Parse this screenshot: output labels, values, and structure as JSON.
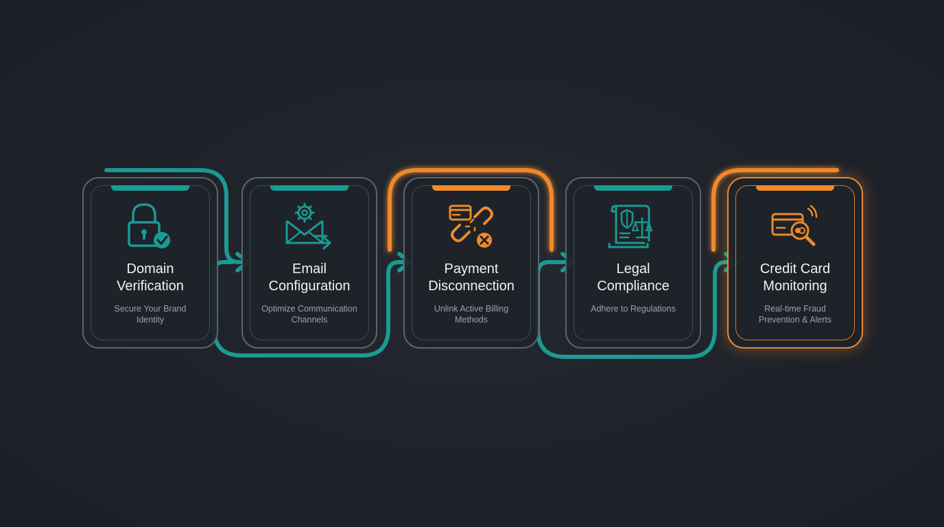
{
  "colors": {
    "background": "#1f2329",
    "teal": "#1a9a93",
    "orange": "#ee8a2c",
    "card_border": "#5b6470",
    "title_text": "#f1f3f5",
    "subtitle_text": "#9aa2ad"
  },
  "steps": [
    {
      "title_line1": "Domain",
      "title_line2": "Verification",
      "subtitle_line1": "Secure Your Brand",
      "subtitle_line2": "Identity",
      "icon": "padlock-check-icon",
      "accent": "teal"
    },
    {
      "title_line1": "Email",
      "title_line2": "Configuration",
      "subtitle_line1": "Optimize Communication",
      "subtitle_line2": "Channels",
      "icon": "envelope-gear-icon",
      "accent": "teal"
    },
    {
      "title_line1": "Payment",
      "title_line2": "Disconnection",
      "subtitle_line1": "Unlink Active Billing",
      "subtitle_line2": "Methods",
      "icon": "broken-link-card-icon",
      "accent": "orange"
    },
    {
      "title_line1": "Legal",
      "title_line2": "Compliance",
      "subtitle_line1": "Adhere to Regulations",
      "subtitle_line2": "",
      "icon": "legal-document-scales-icon",
      "accent": "teal"
    },
    {
      "title_line1": "Credit Card",
      "title_line2": "Monitoring",
      "subtitle_line1": "Real-time Fraud",
      "subtitle_line2": "Prevention & Alerts",
      "icon": "card-magnifier-icon",
      "accent": "orange"
    }
  ]
}
